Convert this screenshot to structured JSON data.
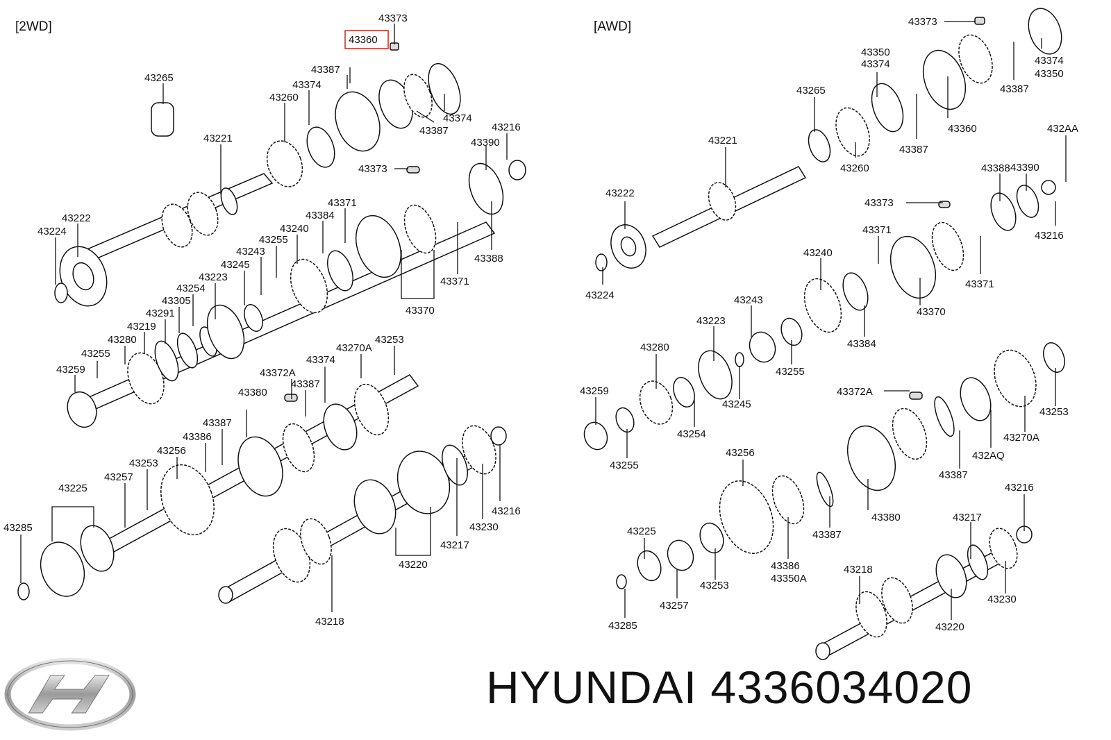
{
  "sections": {
    "left": "[2WD]",
    "right": "[AWD]"
  },
  "highlight": {
    "part": "43360",
    "color": "#c0392b"
  },
  "footer": {
    "brand": "HYUNDAI",
    "part_number": "4336034020"
  },
  "logo": {
    "name": "hyundai-logo",
    "text": "H"
  },
  "left_labels": {
    "p43373": "43373",
    "p43360": "43360",
    "p43387a": "43387",
    "p43265": "43265",
    "p43374a": "43374",
    "p43260": "43260",
    "p43374b": "43374",
    "p43387b": "43387",
    "p43221": "43221",
    "p43216a": "43216",
    "p43390": "43390",
    "p43373b": "43373",
    "p43222": "43222",
    "p43224": "43224",
    "p43371a": "43371",
    "p43384": "43384",
    "p43240": "43240",
    "p43255a": "43255",
    "p43243": "43243",
    "p43245": "43245",
    "p43223": "43223",
    "p43254": "43254",
    "p43388": "43388",
    "p43371b": "43371",
    "p43370": "43370",
    "p43305": "43305",
    "p43291": "43291",
    "p43219": "43219",
    "p43280": "43280",
    "p43255b": "43255",
    "p43259": "43259",
    "p43270A": "43270A",
    "p43253a": "43253",
    "p43374c": "43374",
    "p43372A": "43372A",
    "p43387c": "43387",
    "p43380": "43380",
    "p43387d": "43387",
    "p43386": "43386",
    "p43256": "43256",
    "p43253b": "43253",
    "p43257": "43257",
    "p43225": "43225",
    "p43285": "43285",
    "p43216b": "43216",
    "p43230": "43230",
    "p43217": "43217",
    "p43220": "43220",
    "p43218": "43218"
  },
  "right_labels": {
    "p43373": "43373",
    "p43374a": "43374",
    "p43350a": "43350",
    "p43350b": "43350",
    "p43374b": "43374",
    "p43387a": "43387",
    "p43265": "43265",
    "p43360": "43360",
    "p432AA": "432AA",
    "p43387b": "43387",
    "p43221": "43221",
    "p43260": "43260",
    "p43390": "43390",
    "p43222": "43222",
    "p43388": "43388",
    "p43373b": "43373",
    "p43216a": "43216",
    "p43371a": "43371",
    "p43240": "43240",
    "p43371b": "43371",
    "p43224": "43224",
    "p43370": "43370",
    "p43243": "43243",
    "p43223": "43223",
    "p43384": "43384",
    "p43280": "43280",
    "p43255a": "43255",
    "p43245": "43245",
    "p43259": "43259",
    "p43372A": "43372A",
    "p43253a": "43253",
    "p43254": "43254",
    "p43270A": "43270A",
    "p43255b": "43255",
    "p432AQ": "432AQ",
    "p43256": "43256",
    "p43387c": "43387",
    "p43216b": "43216",
    "p43380": "43380",
    "p43217": "43217",
    "p43225": "43225",
    "p43387d": "43387",
    "p43386": "43386",
    "p43350A": "43350A",
    "p43253b": "43253",
    "p43218": "43218",
    "p43230": "43230",
    "p43257": "43257",
    "p43220": "43220",
    "p43285": "43285"
  }
}
